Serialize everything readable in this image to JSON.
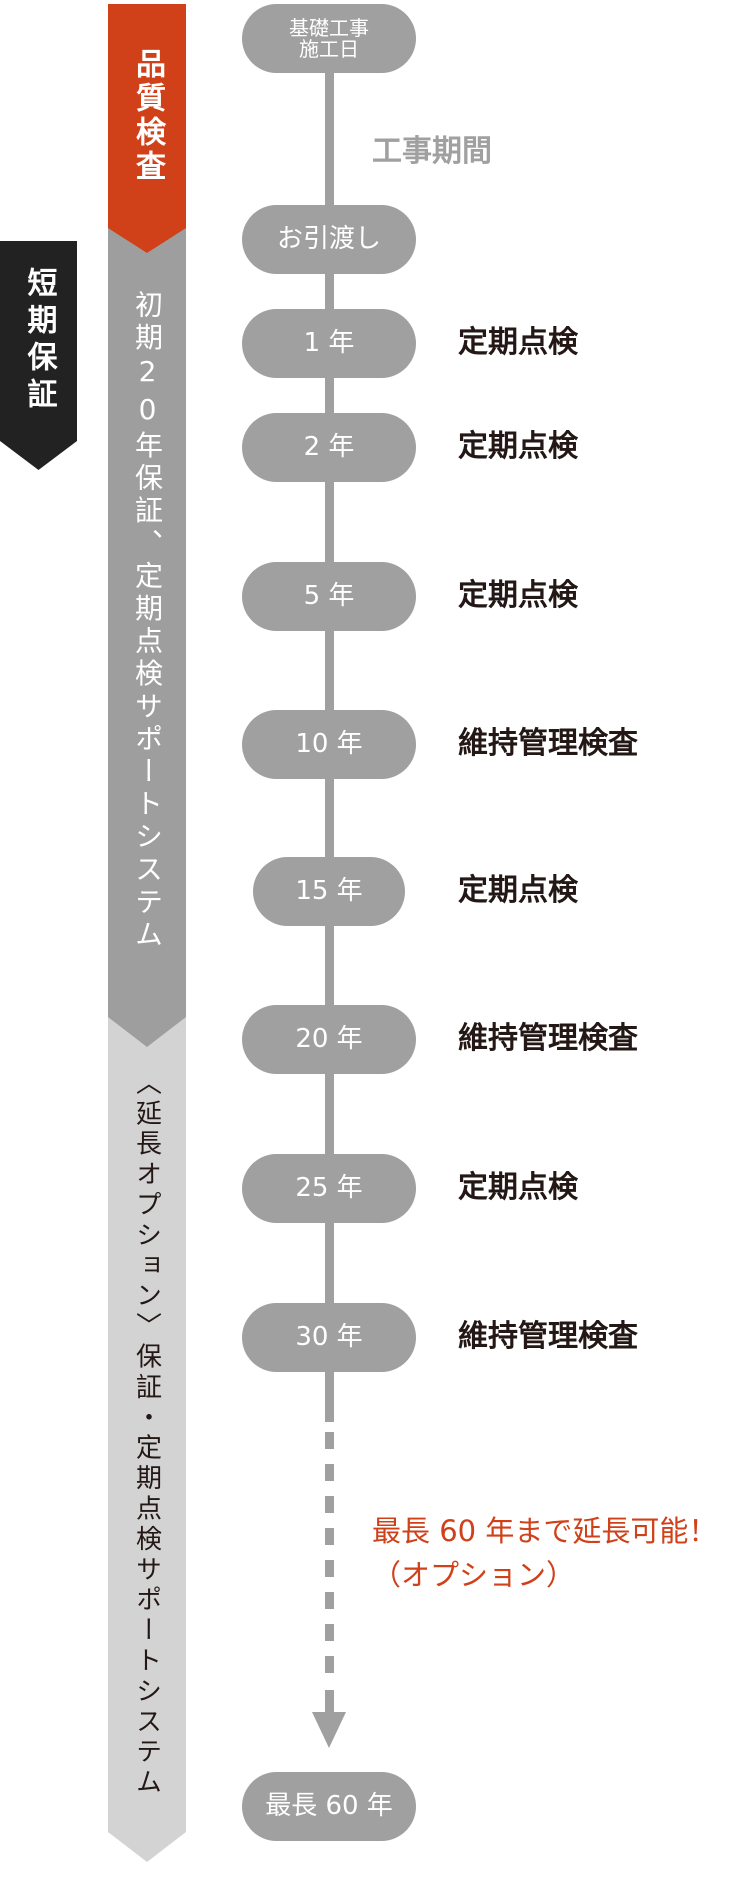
{
  "bands": {
    "quality": "品質検査",
    "short_warranty": "短期保証",
    "initial": "初期20年保証、定期点検サポートシステム",
    "extended": "〈延長オプション〉保証・定期点検サポートシステム"
  },
  "timeline": {
    "construction_period": "工事期間",
    "milestones": [
      {
        "pill": "基礎工事\n施工日",
        "label": ""
      },
      {
        "pill": "お引渡し",
        "label": ""
      },
      {
        "pill": "1 年",
        "label": "定期点検"
      },
      {
        "pill": "2 年",
        "label": "定期点検"
      },
      {
        "pill": "5 年",
        "label": "定期点検"
      },
      {
        "pill": "10 年",
        "label": "維持管理検査"
      },
      {
        "pill": "15 年",
        "label": "定期点検"
      },
      {
        "pill": "20 年",
        "label": "維持管理検査"
      },
      {
        "pill": "25 年",
        "label": "定期点検"
      },
      {
        "pill": "30 年",
        "label": "維持管理検査"
      },
      {
        "pill": "最長 60 年",
        "label": ""
      }
    ],
    "extension_note_line1": "最長 60 年まで延長可能！",
    "extension_note_line2": "（オプション）"
  },
  "colors": {
    "accent": "#d04019",
    "pill": "#a0a0a0",
    "dark": "#222222",
    "light": "#d3d3d3"
  }
}
